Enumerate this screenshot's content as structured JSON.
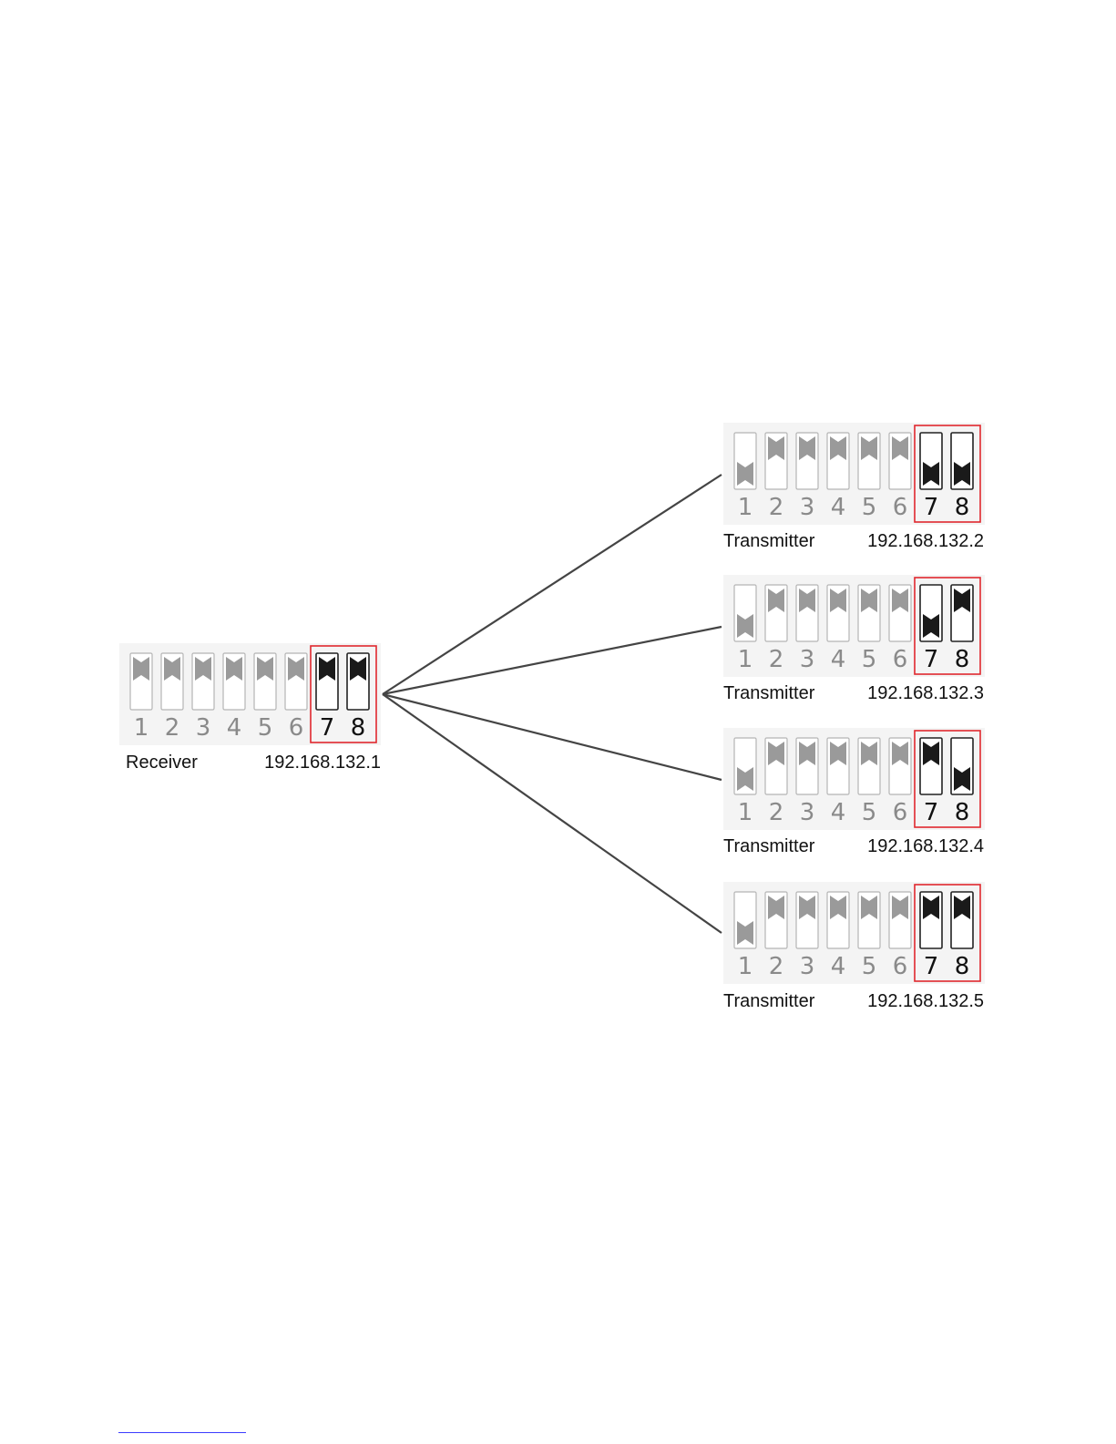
{
  "colors": {
    "panel_bg": "#f4f4f4",
    "inactive_stroke": "#b5b5b5",
    "inactive_knob": "#9a9a9a",
    "inactive_number": "#8a8a8a",
    "active_stroke": "#222222",
    "active_knob": "#1a1a1a",
    "active_number": "#111111",
    "highlight_box": "#e0282e",
    "link_line": "#444444"
  },
  "receiver": {
    "label": "Receiver",
    "ip": "192.168.132.1",
    "switches": [
      {
        "num": "1",
        "state": "up",
        "active": false
      },
      {
        "num": "2",
        "state": "up",
        "active": false
      },
      {
        "num": "3",
        "state": "up",
        "active": false
      },
      {
        "num": "4",
        "state": "up",
        "active": false
      },
      {
        "num": "5",
        "state": "up",
        "active": false
      },
      {
        "num": "6",
        "state": "up",
        "active": false
      },
      {
        "num": "7",
        "state": "up",
        "active": true
      },
      {
        "num": "8",
        "state": "up",
        "active": true
      }
    ]
  },
  "transmitters": [
    {
      "label": "Transmitter",
      "ip": "192.168.132.2",
      "switches": [
        {
          "num": "1",
          "state": "down",
          "active": false
        },
        {
          "num": "2",
          "state": "up",
          "active": false
        },
        {
          "num": "3",
          "state": "up",
          "active": false
        },
        {
          "num": "4",
          "state": "up",
          "active": false
        },
        {
          "num": "5",
          "state": "up",
          "active": false
        },
        {
          "num": "6",
          "state": "up",
          "active": false
        },
        {
          "num": "7",
          "state": "down",
          "active": true
        },
        {
          "num": "8",
          "state": "down",
          "active": true
        }
      ]
    },
    {
      "label": "Transmitter",
      "ip": "192.168.132.3",
      "switches": [
        {
          "num": "1",
          "state": "down",
          "active": false
        },
        {
          "num": "2",
          "state": "up",
          "active": false
        },
        {
          "num": "3",
          "state": "up",
          "active": false
        },
        {
          "num": "4",
          "state": "up",
          "active": false
        },
        {
          "num": "5",
          "state": "up",
          "active": false
        },
        {
          "num": "6",
          "state": "up",
          "active": false
        },
        {
          "num": "7",
          "state": "down",
          "active": true
        },
        {
          "num": "8",
          "state": "up",
          "active": true
        }
      ]
    },
    {
      "label": "Transmitter",
      "ip": "192.168.132.4",
      "switches": [
        {
          "num": "1",
          "state": "down",
          "active": false
        },
        {
          "num": "2",
          "state": "up",
          "active": false
        },
        {
          "num": "3",
          "state": "up",
          "active": false
        },
        {
          "num": "4",
          "state": "up",
          "active": false
        },
        {
          "num": "5",
          "state": "up",
          "active": false
        },
        {
          "num": "6",
          "state": "up",
          "active": false
        },
        {
          "num": "7",
          "state": "up",
          "active": true
        },
        {
          "num": "8",
          "state": "down",
          "active": true
        }
      ]
    },
    {
      "label": "Transmitter",
      "ip": "192.168.132.5",
      "switches": [
        {
          "num": "1",
          "state": "down",
          "active": false
        },
        {
          "num": "2",
          "state": "up",
          "active": false
        },
        {
          "num": "3",
          "state": "up",
          "active": false
        },
        {
          "num": "4",
          "state": "up",
          "active": false
        },
        {
          "num": "5",
          "state": "up",
          "active": false
        },
        {
          "num": "6",
          "state": "up",
          "active": false
        },
        {
          "num": "7",
          "state": "up",
          "active": true
        },
        {
          "num": "8",
          "state": "up",
          "active": true
        }
      ]
    }
  ]
}
